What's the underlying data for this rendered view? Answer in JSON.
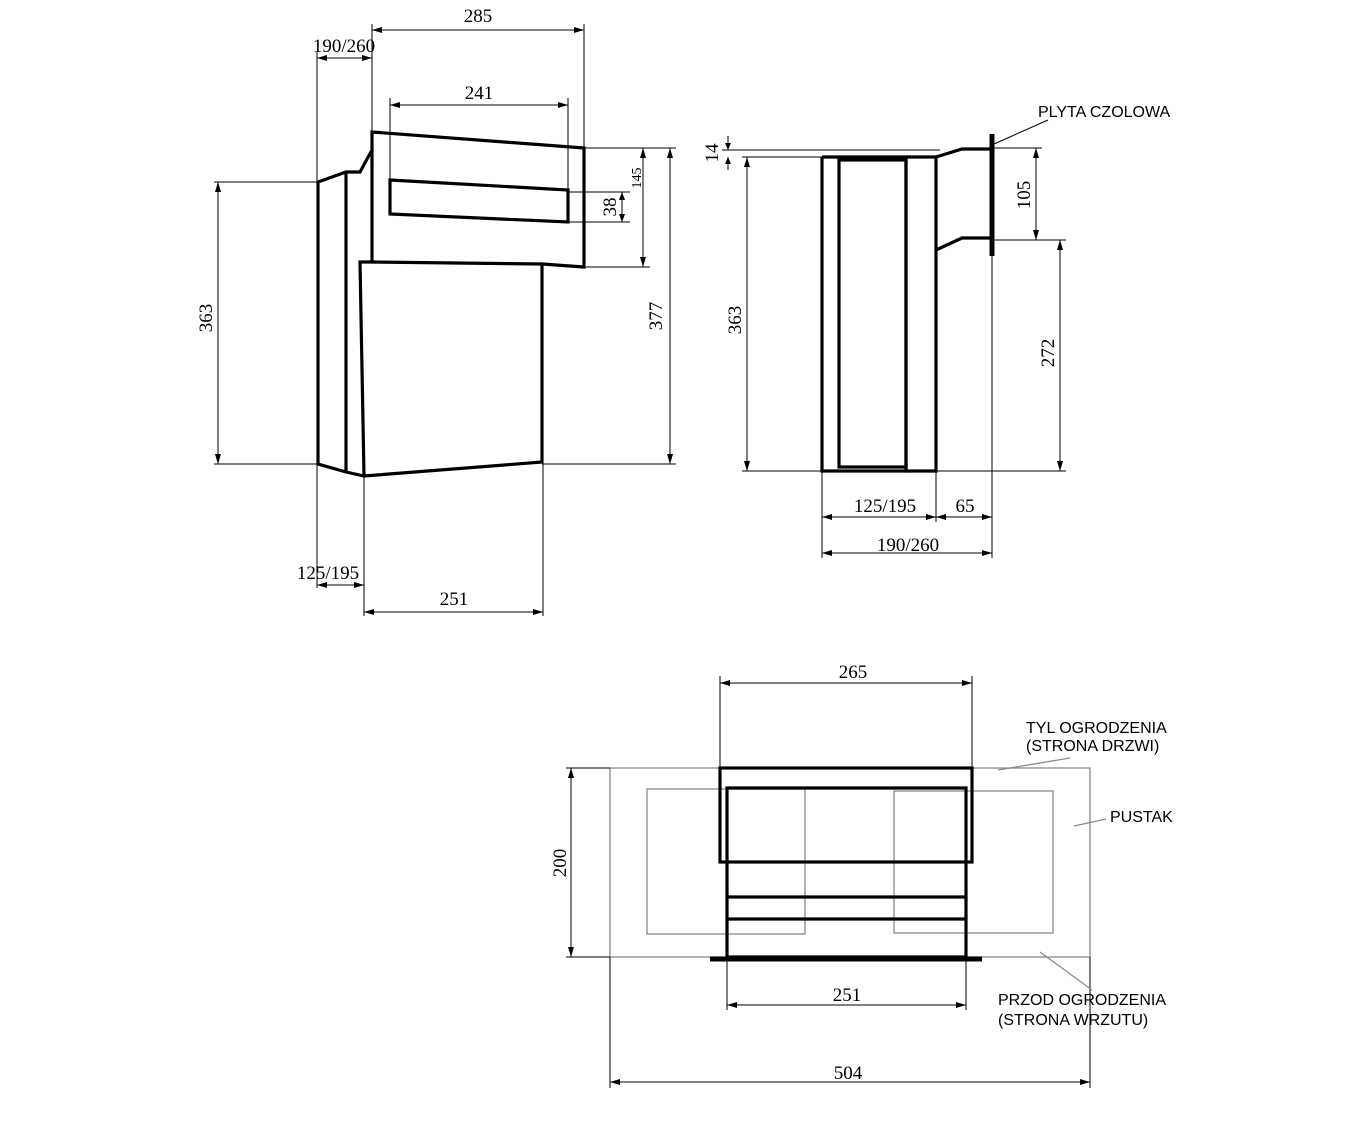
{
  "front_view": {
    "width_top": "285",
    "depth_offset": "190/260",
    "slot_width": "241",
    "height_left": "363",
    "slot_height": "38",
    "plate_height": "145",
    "height_right": "377",
    "body_depth": "125/195",
    "body_width": "251"
  },
  "side_view": {
    "label_plate": "PLYTA CZOLOWA",
    "plate_offset": "14",
    "height": "363",
    "plate_section": "105",
    "lower_height": "272",
    "body_depth": "125/195",
    "flange_depth": "65",
    "total_depth": "190/260"
  },
  "top_view": {
    "width_top": "265",
    "label_back": "TYL OGRODZENIA",
    "label_back_sub": "(STRONA DRZWI)",
    "label_block": "PUSTAK",
    "depth": "200",
    "width_inner": "251",
    "label_front": "PRZOD OGRODZENIA",
    "label_front_sub": "(STRONA WRZUTU)",
    "block_width": "504"
  }
}
